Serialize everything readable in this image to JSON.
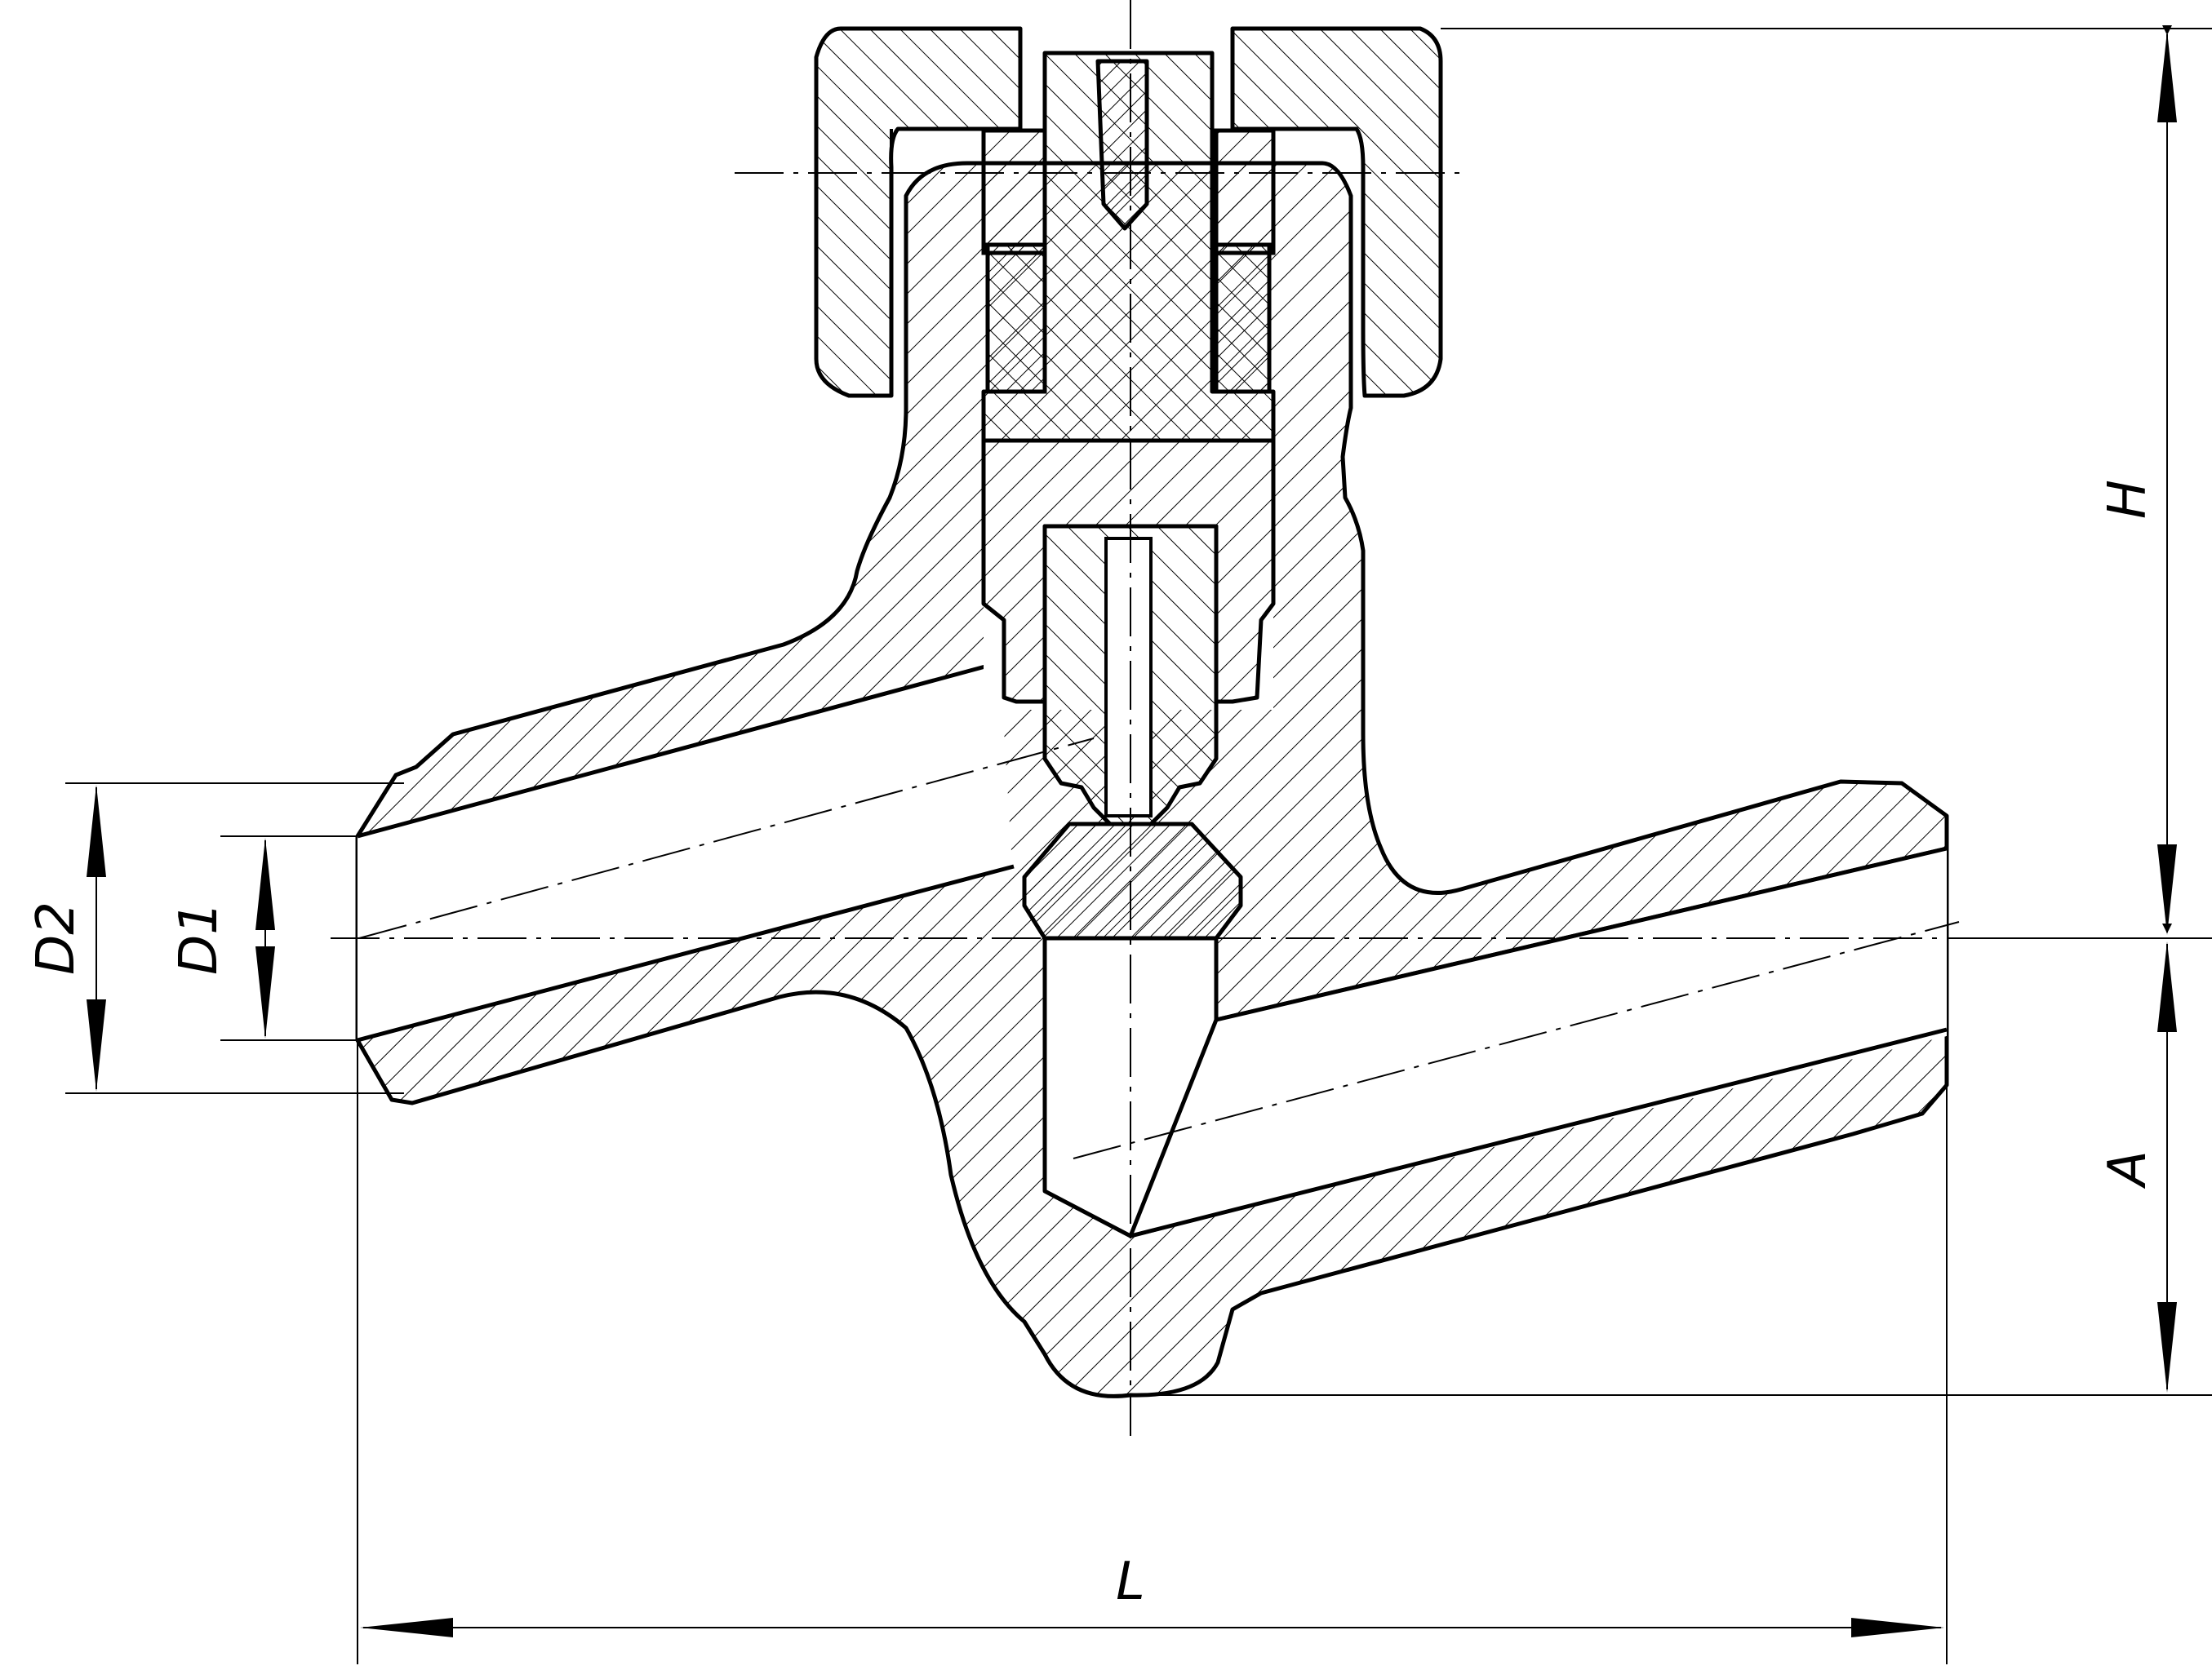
{
  "dimensions": {
    "height_label": "H",
    "offset_label": "A",
    "length_label": "L",
    "outer_diameter_label": "D2",
    "inner_diameter_label": "D1"
  },
  "colors": {
    "line": "#000000",
    "background": "#ffffff"
  }
}
